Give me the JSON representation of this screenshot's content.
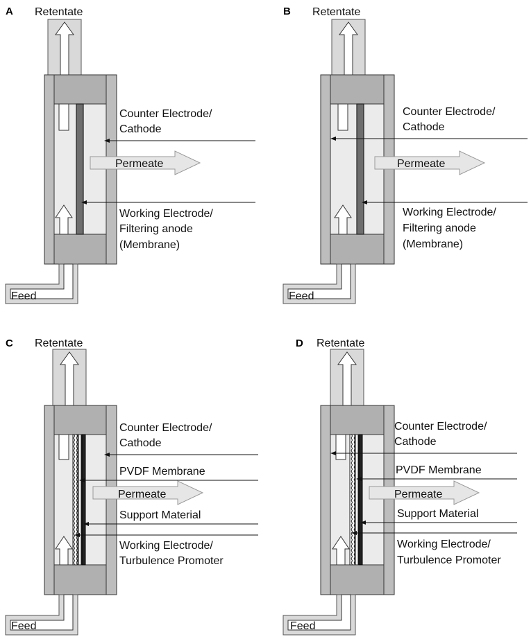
{
  "panels": [
    {
      "letter": "A",
      "retentate": "Retentate",
      "feed": "Feed",
      "permeate": "Permeate",
      "counter_line1": "Counter Electrode/",
      "counter_line2": "Cathode",
      "working_line1": "Working Electrode/",
      "working_line2": "Filtering anode",
      "working_line3": "(Membrane)"
    },
    {
      "letter": "B",
      "retentate": "Retentate",
      "feed": "Feed",
      "permeate": "Permeate",
      "counter_line1": "Counter Electrode/",
      "counter_line2": "Cathode",
      "working_line1": "Working Electrode/",
      "working_line2": "Filtering anode",
      "working_line3": "(Membrane)"
    },
    {
      "letter": "C",
      "retentate": "Retentate",
      "feed": "Feed",
      "permeate": "Permeate",
      "counter_line1": "Counter Electrode/",
      "counter_line2": "Cathode",
      "pvdf": "PVDF Membrane",
      "support": "Support Material",
      "working_line1": "Working Electrode/",
      "working_line2": "Turbulence Promoter"
    },
    {
      "letter": "D",
      "retentate": "Retentate",
      "feed": "Feed",
      "permeate": "Permeate",
      "counter_line1": "Counter Electrode/",
      "counter_line2": "Cathode",
      "pvdf": "PVDF Membrane",
      "support": "Support Material",
      "working_line1": "Working Electrode/",
      "working_line2": "Turbulence Promoter"
    }
  ]
}
